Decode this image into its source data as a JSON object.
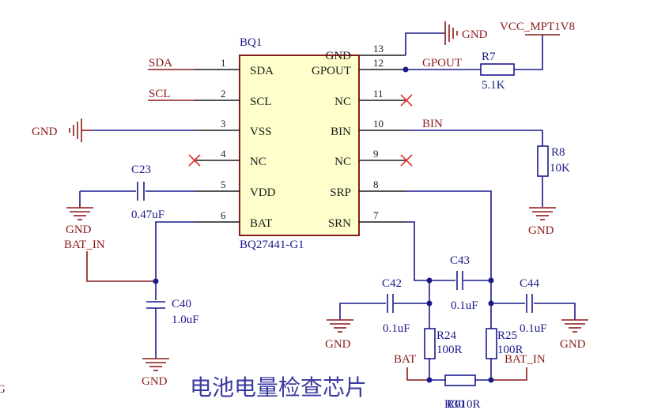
{
  "ic": {
    "designator": "BQ1",
    "part": "BQ27441-G1",
    "pins": [
      {
        "n": "1",
        "name": "SDA",
        "side": "left"
      },
      {
        "n": "2",
        "name": "SCL",
        "side": "left"
      },
      {
        "n": "3",
        "name": "VSS",
        "side": "left"
      },
      {
        "n": "4",
        "name": "NC",
        "side": "left"
      },
      {
        "n": "5",
        "name": "VDD",
        "side": "left"
      },
      {
        "n": "6",
        "name": "BAT",
        "side": "left"
      },
      {
        "n": "13",
        "name": "GND",
        "side": "right"
      },
      {
        "n": "12",
        "name": "GPOUT",
        "side": "right"
      },
      {
        "n": "11",
        "name": "NC",
        "side": "right"
      },
      {
        "n": "10",
        "name": "BIN",
        "side": "right"
      },
      {
        "n": "9",
        "name": "NC",
        "side": "right"
      },
      {
        "n": "8",
        "name": "SRP",
        "side": "right"
      },
      {
        "n": "7",
        "name": "SRN",
        "side": "right"
      }
    ]
  },
  "nets": {
    "sda": "SDA",
    "scl": "SCL",
    "gnd": "GND",
    "gpout": "GPOUT",
    "bin": "BIN",
    "vcc": "VCC_MPT1V8",
    "bat_in": "BAT_IN",
    "bat": "BAT",
    "left_edge_fragment": "G"
  },
  "components": {
    "r7": {
      "ref": "R7",
      "value": "5.1K"
    },
    "r8": {
      "ref": "R8",
      "value": "10K"
    },
    "c23": {
      "ref": "C23",
      "value": "0.47uF"
    },
    "c40": {
      "ref": "C40",
      "value": "1.0uF"
    },
    "c42": {
      "ref": "C42",
      "value": "0.1uF"
    },
    "c43": {
      "ref": "C43",
      "value": "0.1uF"
    },
    "c44": {
      "ref": "C44",
      "value": "0.1uF"
    },
    "r24": {
      "ref": "R24",
      "value": "100R"
    },
    "r25": {
      "ref": "R25",
      "value": "100R"
    },
    "r30": {
      "ref": "R30",
      "value": "R010R"
    }
  },
  "title": "电池电量检查芯片",
  "colors": {
    "wire": "#1a1a8b",
    "net": "#8b1a1a",
    "nc_mark": "#e03030",
    "body": "#ffffcc"
  }
}
